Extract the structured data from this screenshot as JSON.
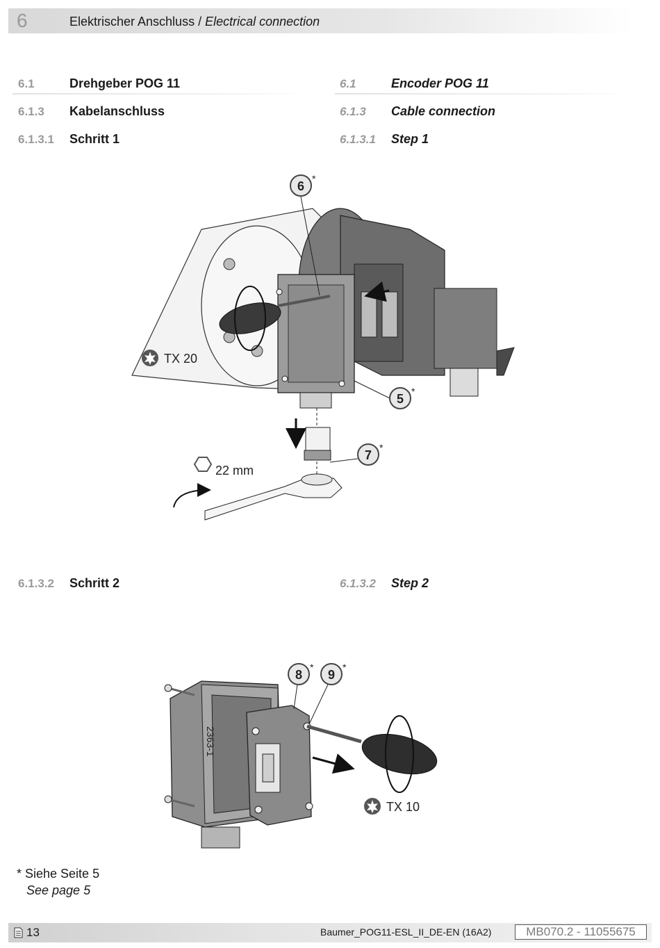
{
  "header": {
    "chapter_number": "6",
    "title_de": "Elektrischer Anschluss",
    "separator": " / ",
    "title_en": "Electrical connection"
  },
  "sections": {
    "s1": {
      "number": "6.1",
      "title_de": "Drehgeber POG 11",
      "title_en": "Encoder POG 11"
    },
    "s2": {
      "number": "6.1.3",
      "title_de": "Kabelanschluss",
      "title_en": "Cable connection"
    },
    "s3": {
      "number": "6.1.3.1",
      "title_de": "Schritt 1",
      "title_en": "Step 1"
    },
    "s4": {
      "number": "6.1.3.2",
      "title_de": "Schritt 2",
      "title_en": "Step 2"
    }
  },
  "figure1": {
    "callouts": [
      {
        "num": "6",
        "mark": "*"
      },
      {
        "num": "5",
        "mark": "*"
      },
      {
        "num": "7",
        "mark": "*"
      }
    ],
    "tool_label": "TX 20",
    "wrench_label": "22 mm"
  },
  "figure2": {
    "callouts": [
      {
        "num": "8",
        "mark": "*"
      },
      {
        "num": "9",
        "mark": "*"
      }
    ],
    "tool_label": "TX 10",
    "housing_marking": "2363-1"
  },
  "footnote": {
    "de": "* Siehe Seite 5",
    "en": "See page 5"
  },
  "footer": {
    "page_number": "13",
    "document_name": "Baumer_POG11-ESL_II_DE-EN  (16A2)",
    "document_id": "MB070.2 - 11055675"
  },
  "colors": {
    "header_bar": "#d9d9d9",
    "section_number": "#9a9a9a",
    "drawing_dark": "#5a5a5a",
    "drawing_light": "#d8d8d8"
  }
}
